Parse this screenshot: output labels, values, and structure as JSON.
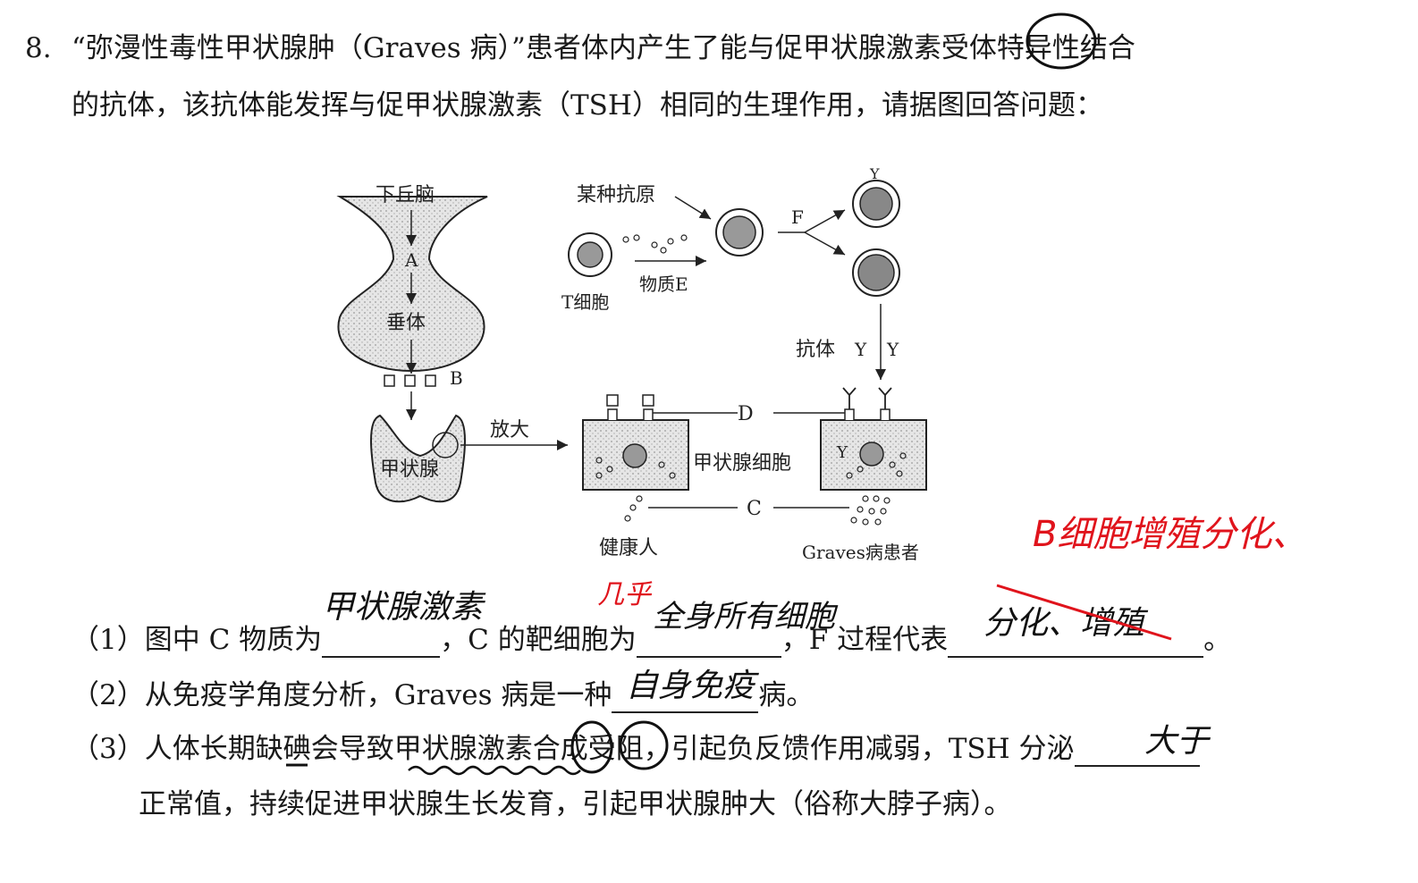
{
  "question": {
    "number": "8.",
    "stem_line1": "“弥漫性毒性甲状腺肿（Graves 病）”患者体内产生了能与促甲状腺激素受体特异性结合",
    "stem_line2": "的抗体，该抗体能发挥与促甲状腺激素（TSH）相同的生理作用，请据图回答问题："
  },
  "diagram": {
    "hypothalamus": "下丘脑",
    "label_a": "A",
    "pituitary": "垂体",
    "label_b": "B",
    "thyroid": "甲状腺",
    "amplify": "放大",
    "antigen": "某种抗原",
    "t_cell": "T细胞",
    "substance_e": "物质E",
    "label_f": "F",
    "antibody": "抗体",
    "label_d": "D",
    "thyroid_cell": "甲状腺细胞",
    "label_c": "C",
    "healthy": "健康人",
    "patient": "Graves病患者"
  },
  "sub1": {
    "prefix": "（1）图中 C 物质为",
    "mid1": "，C 的靶细胞为",
    "mid2": "，F 过程代表",
    "end": "。"
  },
  "sub2": {
    "prefix": "（2）从免疫学角度分析，Graves 病是一种",
    "end": "病。"
  },
  "sub3": {
    "line1": "（3）人体长期缺碘会导致甲状腺激素合成受阻，引起负反馈作用减弱，TSH 分泌",
    "line2": "正常值，持续促进甲状腺生长发育，引起甲状腺肿大（俗称大脖子病）。"
  },
  "handwriting": {
    "ans_c": "甲状腺激素",
    "note_almost": "几乎",
    "ans_target": "全身所有细胞",
    "ans_f": "分化、增殖",
    "note_b_cell": "B细胞增殖分化、",
    "ans_disease": "自身免疫",
    "ans_tsh": "大于"
  },
  "colors": {
    "ink": "#111111",
    "red_ink": "#e0141c",
    "print": "#1a1a1a",
    "cell_fill": "#dcdcdc"
  }
}
